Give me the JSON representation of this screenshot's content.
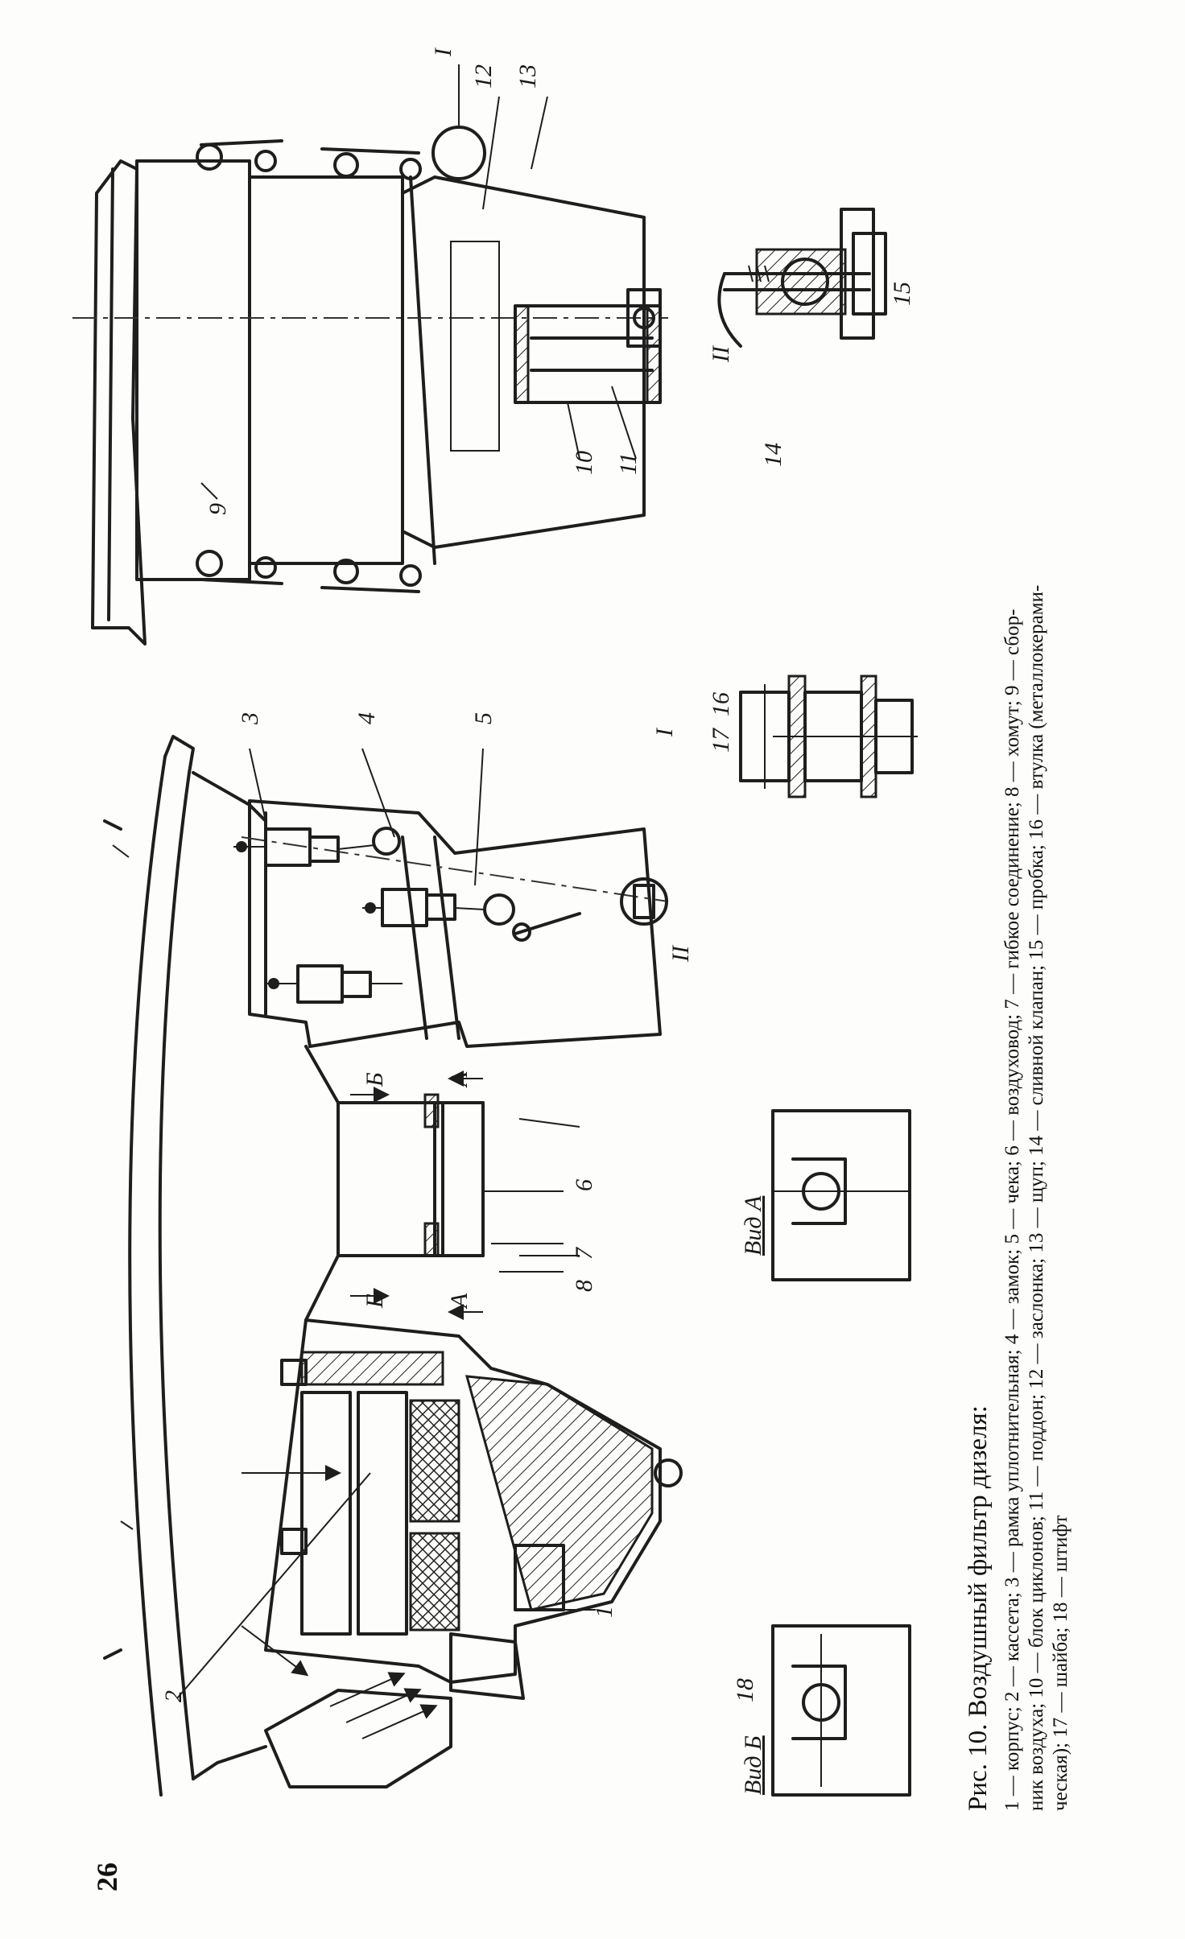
{
  "page_number": "26",
  "figure": {
    "title": "Рис. 10. Воздушный фильтр дизеля:",
    "legend_lines": [
      "1 — корпус; 2 — кассета; 3 — рамка уплотнительная; 4 — замок; 5 — чека; 6 — воздуховод; 7 — гибкое соединение; 8 — хомут; 9 — сбор-",
      "ник воздуха; 10 — блок циклонов; 11 — поддон; 12 — заслонка; 13 — щуп; 14 — сливной клапан; 15 — пробка; 16 — втулка (металлокерами-",
      "ческая); 17 — шайба; 18 — штифт"
    ]
  },
  "callouts": {
    "n1": "1",
    "n2": "2",
    "n3": "3",
    "n4": "4",
    "n5": "5",
    "n6": "6",
    "n7": "7",
    "n8": "8",
    "n9": "9",
    "n10": "10",
    "n11": "11",
    "n12": "12",
    "n13": "13",
    "n14": "14",
    "n15": "15",
    "n16": "16",
    "n17": "17",
    "n18": "18",
    "detail_I_top": "I",
    "detail_II_main": "II",
    "detail_I_label": "I",
    "detail_II_label": "II",
    "arrow_A_left": "A",
    "arrow_A_right": "A",
    "arrow_B_left": "Б",
    "arrow_B_right": "Б"
  },
  "views": {
    "view_a": "Вид А",
    "view_b": "Вид Б"
  }
}
